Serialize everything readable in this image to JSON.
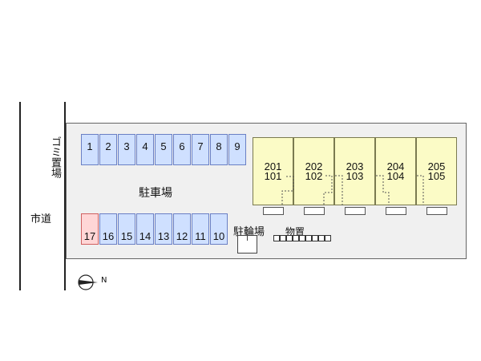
{
  "road_label": "市道",
  "garbage_label": "ゴミ置場",
  "parking_label": "駐車場",
  "bicycle_label": "駐輪場",
  "storage_label": "物置",
  "north_label": "N",
  "parking_top": [
    "1",
    "2",
    "3",
    "4",
    "5",
    "6",
    "7",
    "8",
    "9"
  ],
  "parking_bottom": [
    "17",
    "16",
    "15",
    "14",
    "13",
    "12",
    "11",
    "10"
  ],
  "units": [
    {
      "upper": "201",
      "lower": "101"
    },
    {
      "upper": "202",
      "lower": "102"
    },
    {
      "upper": "203",
      "lower": "103"
    },
    {
      "upper": "204",
      "lower": "104"
    },
    {
      "upper": "205",
      "lower": "105"
    }
  ],
  "colors": {
    "parking_fill": "#cfe0ff",
    "parking_special_fill": "#ffd6d6",
    "building_fill": "#fbfbc6",
    "site_fill": "#f0f0f0"
  }
}
